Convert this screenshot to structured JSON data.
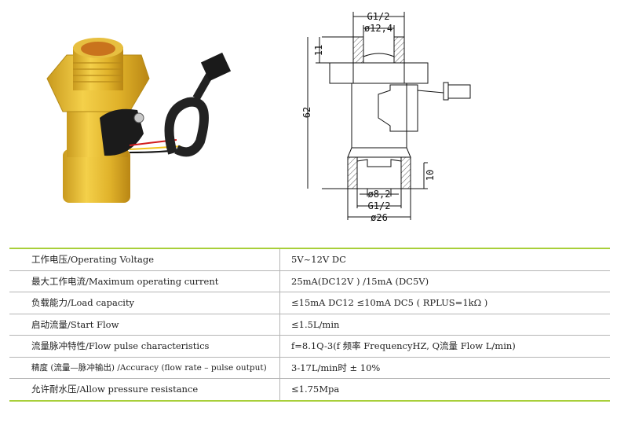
{
  "drawing": {
    "top_thread": "G1/2",
    "top_inner_dia": "ø12,4",
    "top_height": "11",
    "total_height": "62",
    "bottom_height": "10",
    "bottom_inner_dia": "ø8,2",
    "bottom_thread": "G1/2",
    "outer_dia": "ø26"
  },
  "specs": [
    {
      "label": "工作电压/Operating Voltage",
      "value": "5V~12V DC"
    },
    {
      "label": "最大工作电流/Maximum operating current",
      "value": "25mA(DC12V ) /15mA (DC5V)"
    },
    {
      "label": "负载能力/Load capacity",
      "value": "≤15mA DC12  ≤10mA DC5 ( RPLUS=1kΩ )"
    },
    {
      "label": "启动流量/Start Flow",
      "value": "≤1.5L/min"
    },
    {
      "label": "流量脉冲特性/Flow pulse characteristics",
      "value": "f=8.1Q-3(f 频率 FrequencyHZ, Q流量 Flow L/min)"
    },
    {
      "label": "精度 (流量—脉冲输出) /Accuracy (flow rate – pulse output)",
      "value": "3-17L/min时 ± 10%"
    },
    {
      "label": "允许耐水压/Allow pressure resistance",
      "value": "≤1.75Mpa"
    }
  ]
}
